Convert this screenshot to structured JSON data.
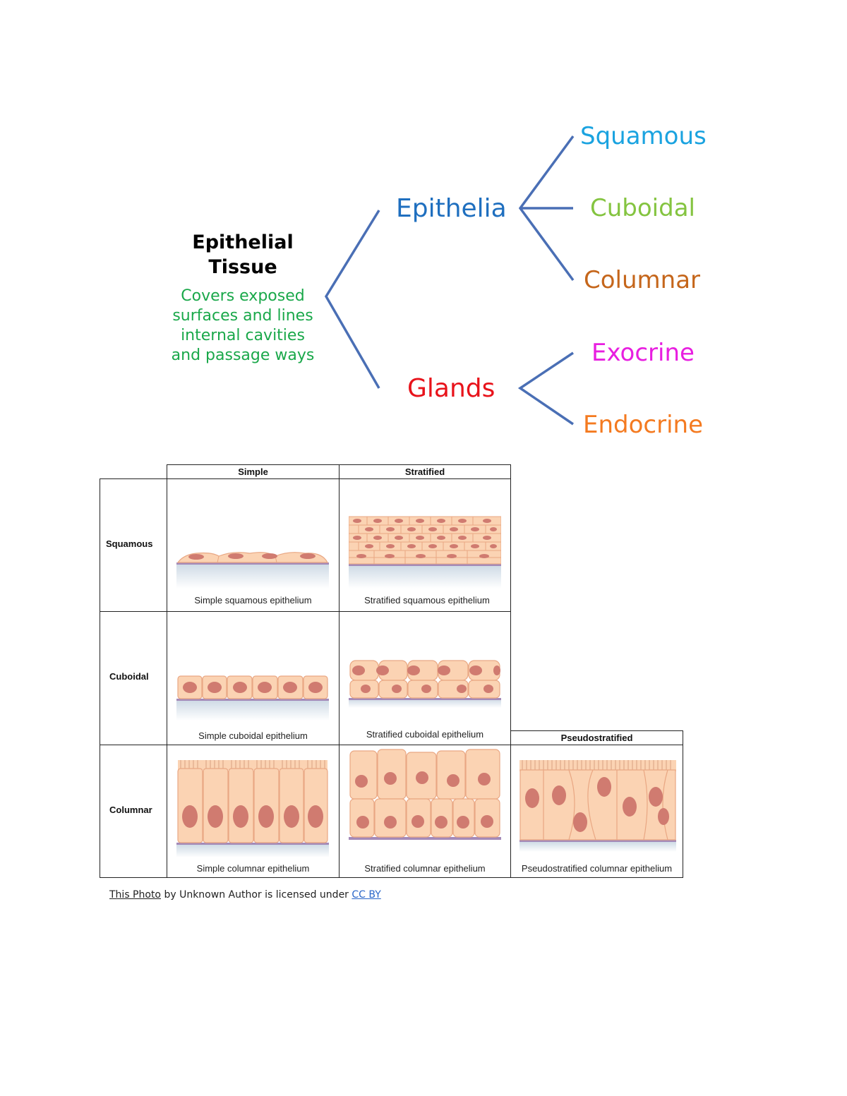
{
  "tree": {
    "root_title": "Epithelial Tissue",
    "root_desc": "Covers exposed surfaces and lines internal cavities and passage ways",
    "branches": {
      "epithelia": "Epithelia",
      "glands": "Glands"
    },
    "leaves": {
      "squamous": "Squamous",
      "cuboidal": "Cuboidal",
      "columnar": "Columnar",
      "exocrine": "Exocrine",
      "endocrine": "Endocrine"
    },
    "colors": {
      "connector": "#4a6fb5",
      "epithelia": "#1f6fbf",
      "glands": "#e8131b",
      "squamous": "#1aa3e0",
      "cuboidal": "#84c440",
      "columnar": "#c5661b",
      "exocrine": "#e81ee0",
      "endocrine": "#f47a20",
      "description": "#1aa84a"
    }
  },
  "figure": {
    "col_headers": {
      "simple": "Simple",
      "stratified": "Stratified",
      "pseudo": "Pseudostratified"
    },
    "row_labels": {
      "squamous": "Squamous",
      "cuboidal": "Cuboidal",
      "columnar": "Columnar"
    },
    "captions": {
      "simple_squamous": "Simple squamous epithelium",
      "strat_squamous": "Stratified squamous epithelium",
      "simple_cuboidal": "Simple cuboidal epithelium",
      "strat_cuboidal": "Stratified cuboidal epithelium",
      "simple_columnar": "Simple columnar epithelium",
      "strat_columnar": "Stratified columnar epithelium",
      "pseudo_columnar": "Pseudostratified columnar epithelium"
    },
    "colors": {
      "cell_fill": "#fbd3b3",
      "cell_edge": "#e9a783",
      "nucleus": "#d07b70",
      "basement": "#a48ab8",
      "tissue_below": "#dfe8ef"
    }
  },
  "attribution": {
    "photo_link": "This Photo",
    "middle": " by Unknown Author is licensed under ",
    "license_link": "CC BY"
  }
}
